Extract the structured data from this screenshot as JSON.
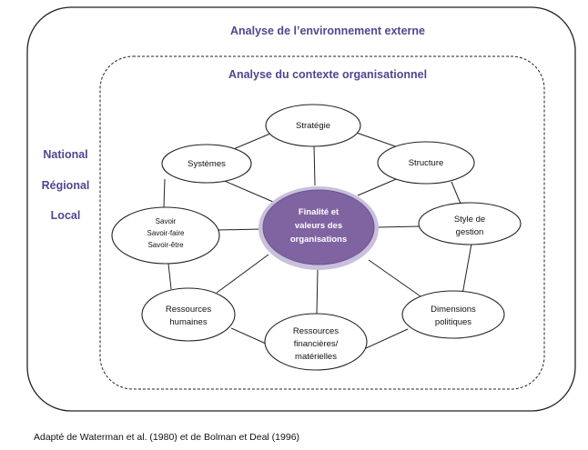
{
  "outer_title": "Analyse de l’environnement externe",
  "inner_title": "Analyse du contexte organisationnel",
  "levels": [
    "National",
    "Régional",
    "Local"
  ],
  "center": {
    "lines": [
      "Finalité et",
      "valeurs des",
      "organisations"
    ]
  },
  "nodes": [
    {
      "id": "strategie",
      "lines": [
        "Stratégie"
      ]
    },
    {
      "id": "structure",
      "lines": [
        "Structure"
      ]
    },
    {
      "id": "style",
      "lines": [
        "Style de",
        "gestion"
      ]
    },
    {
      "id": "dimensions",
      "lines": [
        "Dimensions",
        "politiques"
      ]
    },
    {
      "id": "ressources-fm",
      "lines": [
        "Ressources",
        "financières/",
        "matérielles"
      ]
    },
    {
      "id": "ressources-h",
      "lines": [
        "Ressources",
        "humaines"
      ]
    },
    {
      "id": "savoir",
      "lines": [
        "Savoir",
        "Savoir-faire",
        "Savoir-être"
      ]
    },
    {
      "id": "systemes",
      "lines": [
        "Systèmes"
      ]
    }
  ],
  "caption": "Adapté de Waterman et al. (1980) et de Bolman et Deal (1996)",
  "colors": {
    "title": "#4f4790",
    "center_fill": "#8064a2",
    "center_stroke": "#c9c0dc",
    "stroke": "#222222"
  }
}
